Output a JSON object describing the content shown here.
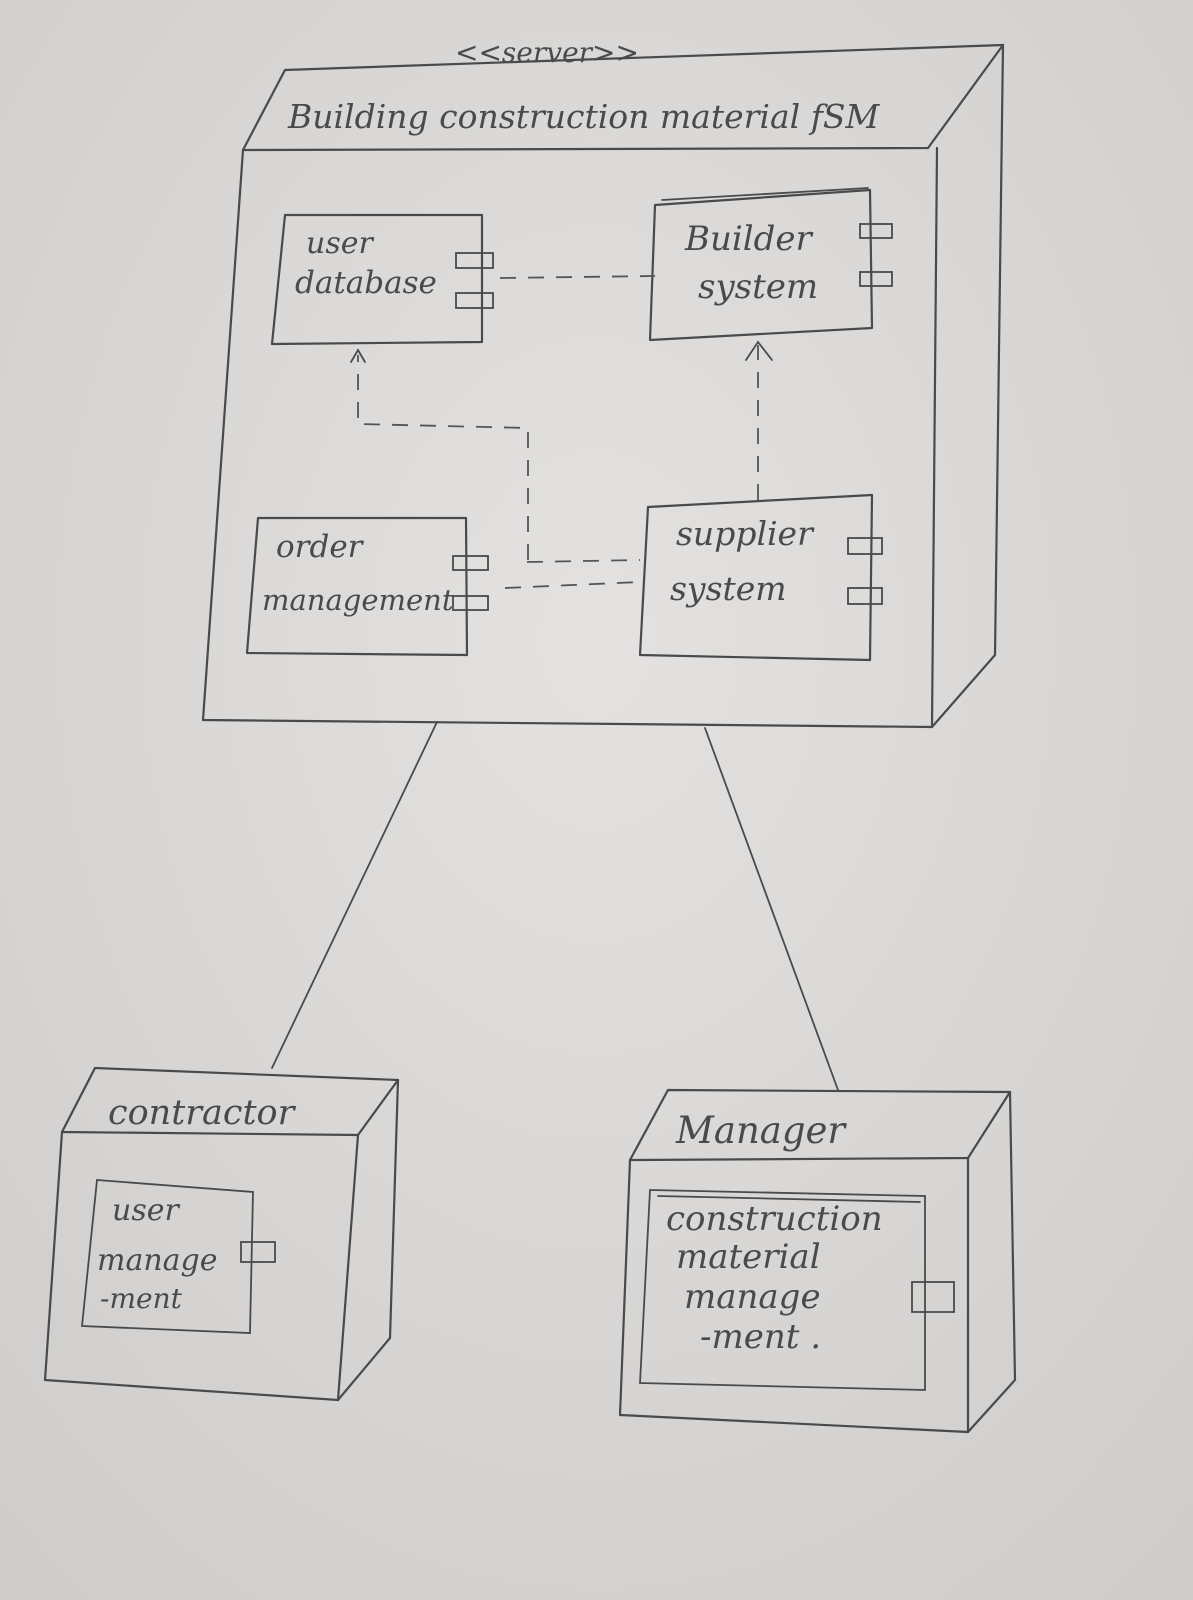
{
  "server": {
    "stereotype": "<<server>>",
    "title": "Building construction material fSM"
  },
  "components": {
    "user_database": {
      "line1": "user",
      "line2": "database"
    },
    "builder_system": {
      "line1": "Builder",
      "line2": "system"
    },
    "order_management": {
      "line1": "order",
      "line2": "management"
    },
    "supplier_system": {
      "line1": "supplier",
      "line2": "system"
    }
  },
  "contractor": {
    "title": "contractor",
    "component": {
      "line1": "user",
      "line2": "manage",
      "line3": "-ment"
    }
  },
  "manager": {
    "title": "Manager",
    "component": {
      "line1": "construction",
      "line2": "material",
      "line3": "manage",
      "line4": "-ment ."
    }
  },
  "colors": {
    "paper": "#dad8d6",
    "pencil": "#4a4a4a"
  }
}
